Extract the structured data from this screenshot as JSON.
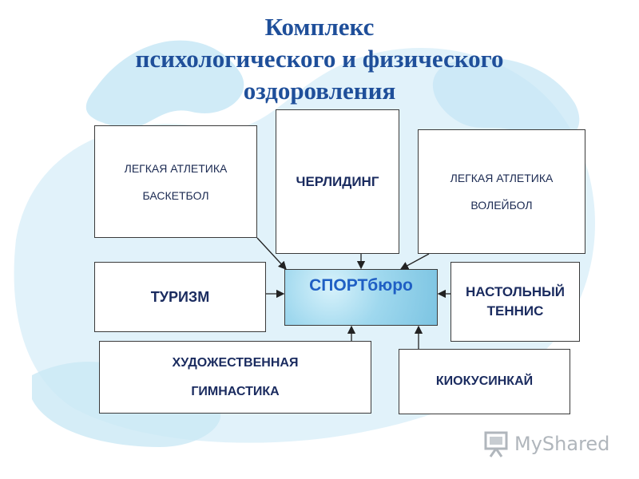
{
  "title": {
    "line1": "Комплекс",
    "line2": "психологического и физического",
    "line3": "оздоровления"
  },
  "boxes": {
    "top_left": {
      "line1": "ЛЕГКАЯ АТЛЕТИКА",
      "line2": "БАСКЕТБОЛ"
    },
    "top_center": {
      "label": "ЧЕРЛИДИНГ"
    },
    "top_right": {
      "line1": "ЛЕГКАЯ АТЛЕТИКА",
      "line2": "ВОЛЕЙБОЛ"
    },
    "left": {
      "label": "ТУРИЗМ"
    },
    "center": {
      "label": "СПОРТбюро"
    },
    "right": {
      "line1": "НАСТОЛЬНЫЙ",
      "line2": "ТЕННИС"
    },
    "bottom_left": {
      "line1": "ХУДОЖЕСТВЕННАЯ",
      "line2": "ГИМНАСТИКА"
    },
    "bottom_right": {
      "label": "КИОКУСИНКАЙ"
    }
  },
  "watermark": {
    "text": "MyShared",
    "icon": "presentation-board-icon"
  },
  "colors": {
    "title": "#1f4f9a",
    "box_text": "#1a2b5f",
    "center_text": "#1f5fc4",
    "center_fill": "#9fd8ee",
    "background_shapes": "#cfeaf6"
  }
}
